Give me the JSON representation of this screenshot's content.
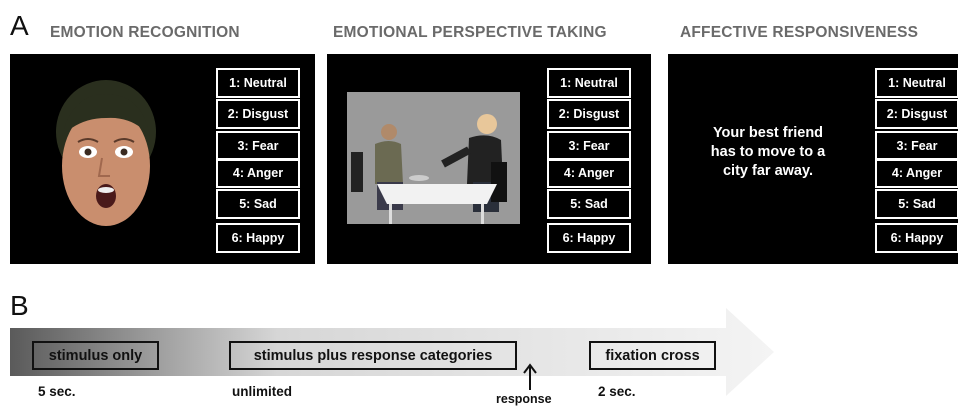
{
  "panel_a": {
    "letter": "A",
    "tasks": [
      {
        "title": "EMOTION RECOGNITION",
        "stimulus_icon": "face-photo"
      },
      {
        "title": "EMOTIONAL PERSPECTIVE TAKING",
        "stimulus_icon": "scene-photo"
      },
      {
        "title": "AFFECTIVE RESPONSIVENESS",
        "scenario_text": [
          "Your best friend",
          "has to move to a",
          "city far away."
        ]
      }
    ],
    "options": [
      "1: Neutral",
      "2: Disgust",
      "3: Fear",
      "4: Anger",
      "5: Sad",
      "6: Happy"
    ]
  },
  "panel_b": {
    "letter": "B",
    "phases": [
      "stimulus only",
      "stimulus plus response categories",
      "fixation cross"
    ],
    "durations": [
      "5 sec.",
      "unlimited",
      "2 sec."
    ],
    "response_label": "response",
    "colors": {
      "arrow_dark": "#5a5a5a",
      "arrow_light": "#f2f2f2"
    }
  }
}
